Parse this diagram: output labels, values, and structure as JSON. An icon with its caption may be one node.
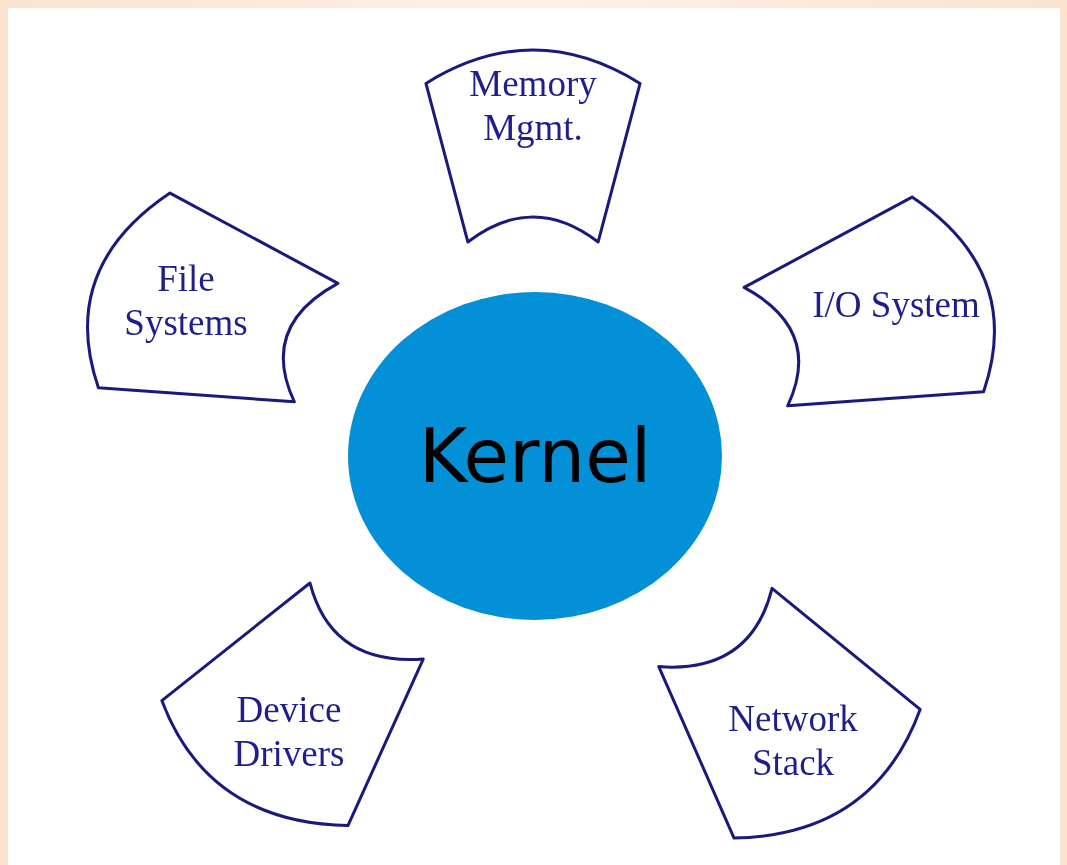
{
  "diagram": {
    "nodes": [
      {
        "text": [
          "Memory Mgmt."
        ]
      },
      {
        "text": [
          "File Systems"
        ]
      },
      {
        "text": [
          "I/O System"
        ]
      },
      {
        "text": [
          "Kernel"
        ]
      },
      {
        "text": [
          "Device Drivers"
        ]
      },
      {
        "text": [
          "Network Stack"
        ]
      }
    ]
  }
}
